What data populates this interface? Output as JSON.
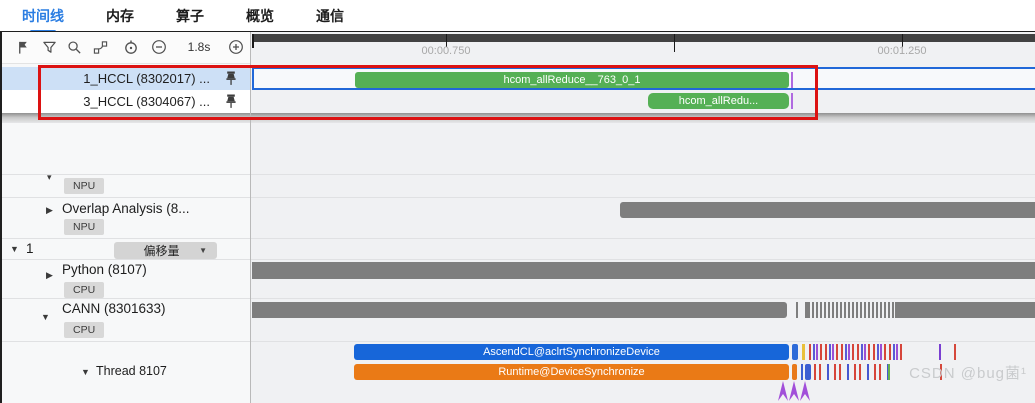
{
  "tabs": [
    {
      "label": "时间线",
      "active": true
    },
    {
      "label": "内存",
      "active": false
    },
    {
      "label": "算子",
      "active": false
    },
    {
      "label": "概览",
      "active": false
    },
    {
      "label": "通信",
      "active": false
    }
  ],
  "toolbar": {
    "zoom_level": "1.8s",
    "icons": [
      "flag-icon",
      "filter-icon",
      "search-icon",
      "flow-events-icon",
      "timer-icon",
      "zoom-out-icon",
      "zoom-in-icon"
    ]
  },
  "ruler": {
    "tick1": "00:00.750",
    "tick2": "00:01.250"
  },
  "pinned": {
    "row1": {
      "name": "1_HCCL (8302017) ...",
      "event": "hcom_allReduce__763_0_1",
      "selected": true
    },
    "row2": {
      "name": "3_HCCL (8304067) ...",
      "event": "hcom_allRedu...",
      "selected": false
    }
  },
  "rows": {
    "npu_partial": {
      "badge": "NPU"
    },
    "overlap": {
      "name": "Overlap Analysis (8...",
      "badge": "NPU"
    },
    "group": {
      "index": "1",
      "dropdown": "偏移量"
    },
    "python": {
      "name": "Python (8107)",
      "badge": "CPU"
    },
    "cann": {
      "name": "CANN (8301633)",
      "badge": "CPU"
    },
    "thread": {
      "name": "Thread 8107",
      "event_blue": "AscendCL@aclrtSynchronizeDevice",
      "event_orange": "Runtime@DeviceSynchronize"
    }
  },
  "watermark": "CSDN @bug菌¹",
  "colors": {
    "accent_blue": "#2a7de2",
    "event_green": "#55b055",
    "event_blue": "#1766d9",
    "event_orange": "#ea7a16",
    "bar_gray": "#7e7e7e",
    "selection_border": "#2168d8",
    "selected_row_bg": "#cde0f6",
    "highlight_red": "#dc1212",
    "flow_purple": "#a14fd9"
  }
}
